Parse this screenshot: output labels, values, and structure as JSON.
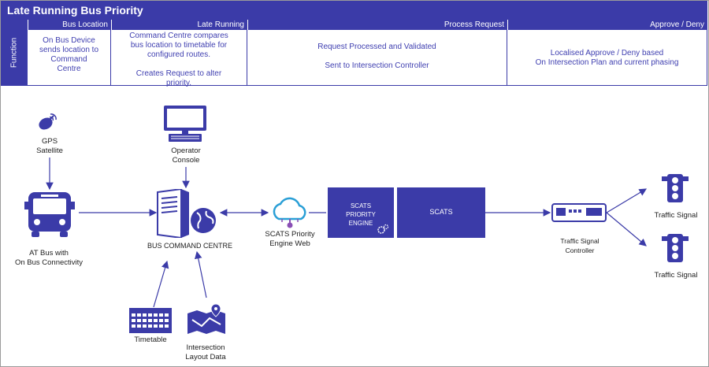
{
  "title": "Late Running Bus Priority",
  "function_label": "Function",
  "headers": [
    "Bus Location",
    "Late Running",
    "Process Request",
    "Approve / Deny"
  ],
  "cells": [
    "On Bus Device\nsends location to\nCommand\nCentre",
    "Command Centre compares\nbus location to timetable for\nconfigured routes.\n\nCreates Request to alter\npriority.",
    "Request Processed and Validated\n\nSent to Intersection Controller",
    "Localised Approve / Deny based\nOn Intersection Plan and current phasing"
  ],
  "nodes": {
    "gps": "GPS\nSatellite",
    "operator": "Operator\nConsole",
    "bus": "AT Bus with\nOn Bus Connectivity",
    "command_centre": "BUS COMMAND CENTRE",
    "scats_web": "SCATS Priority\nEngine Web",
    "scats_priority": "SCATS\nPRIORITY\nENGINE",
    "scats": "SCATS",
    "controller": "Traffic Signal\nController",
    "signal1": "Traffic Signal",
    "signal2": "Traffic Signal",
    "timetable": "Timetable",
    "layout": "Intersection\nLayout Data"
  },
  "colors": {
    "primary": "#3b3ba8",
    "cloud": "#2a9fd6"
  }
}
